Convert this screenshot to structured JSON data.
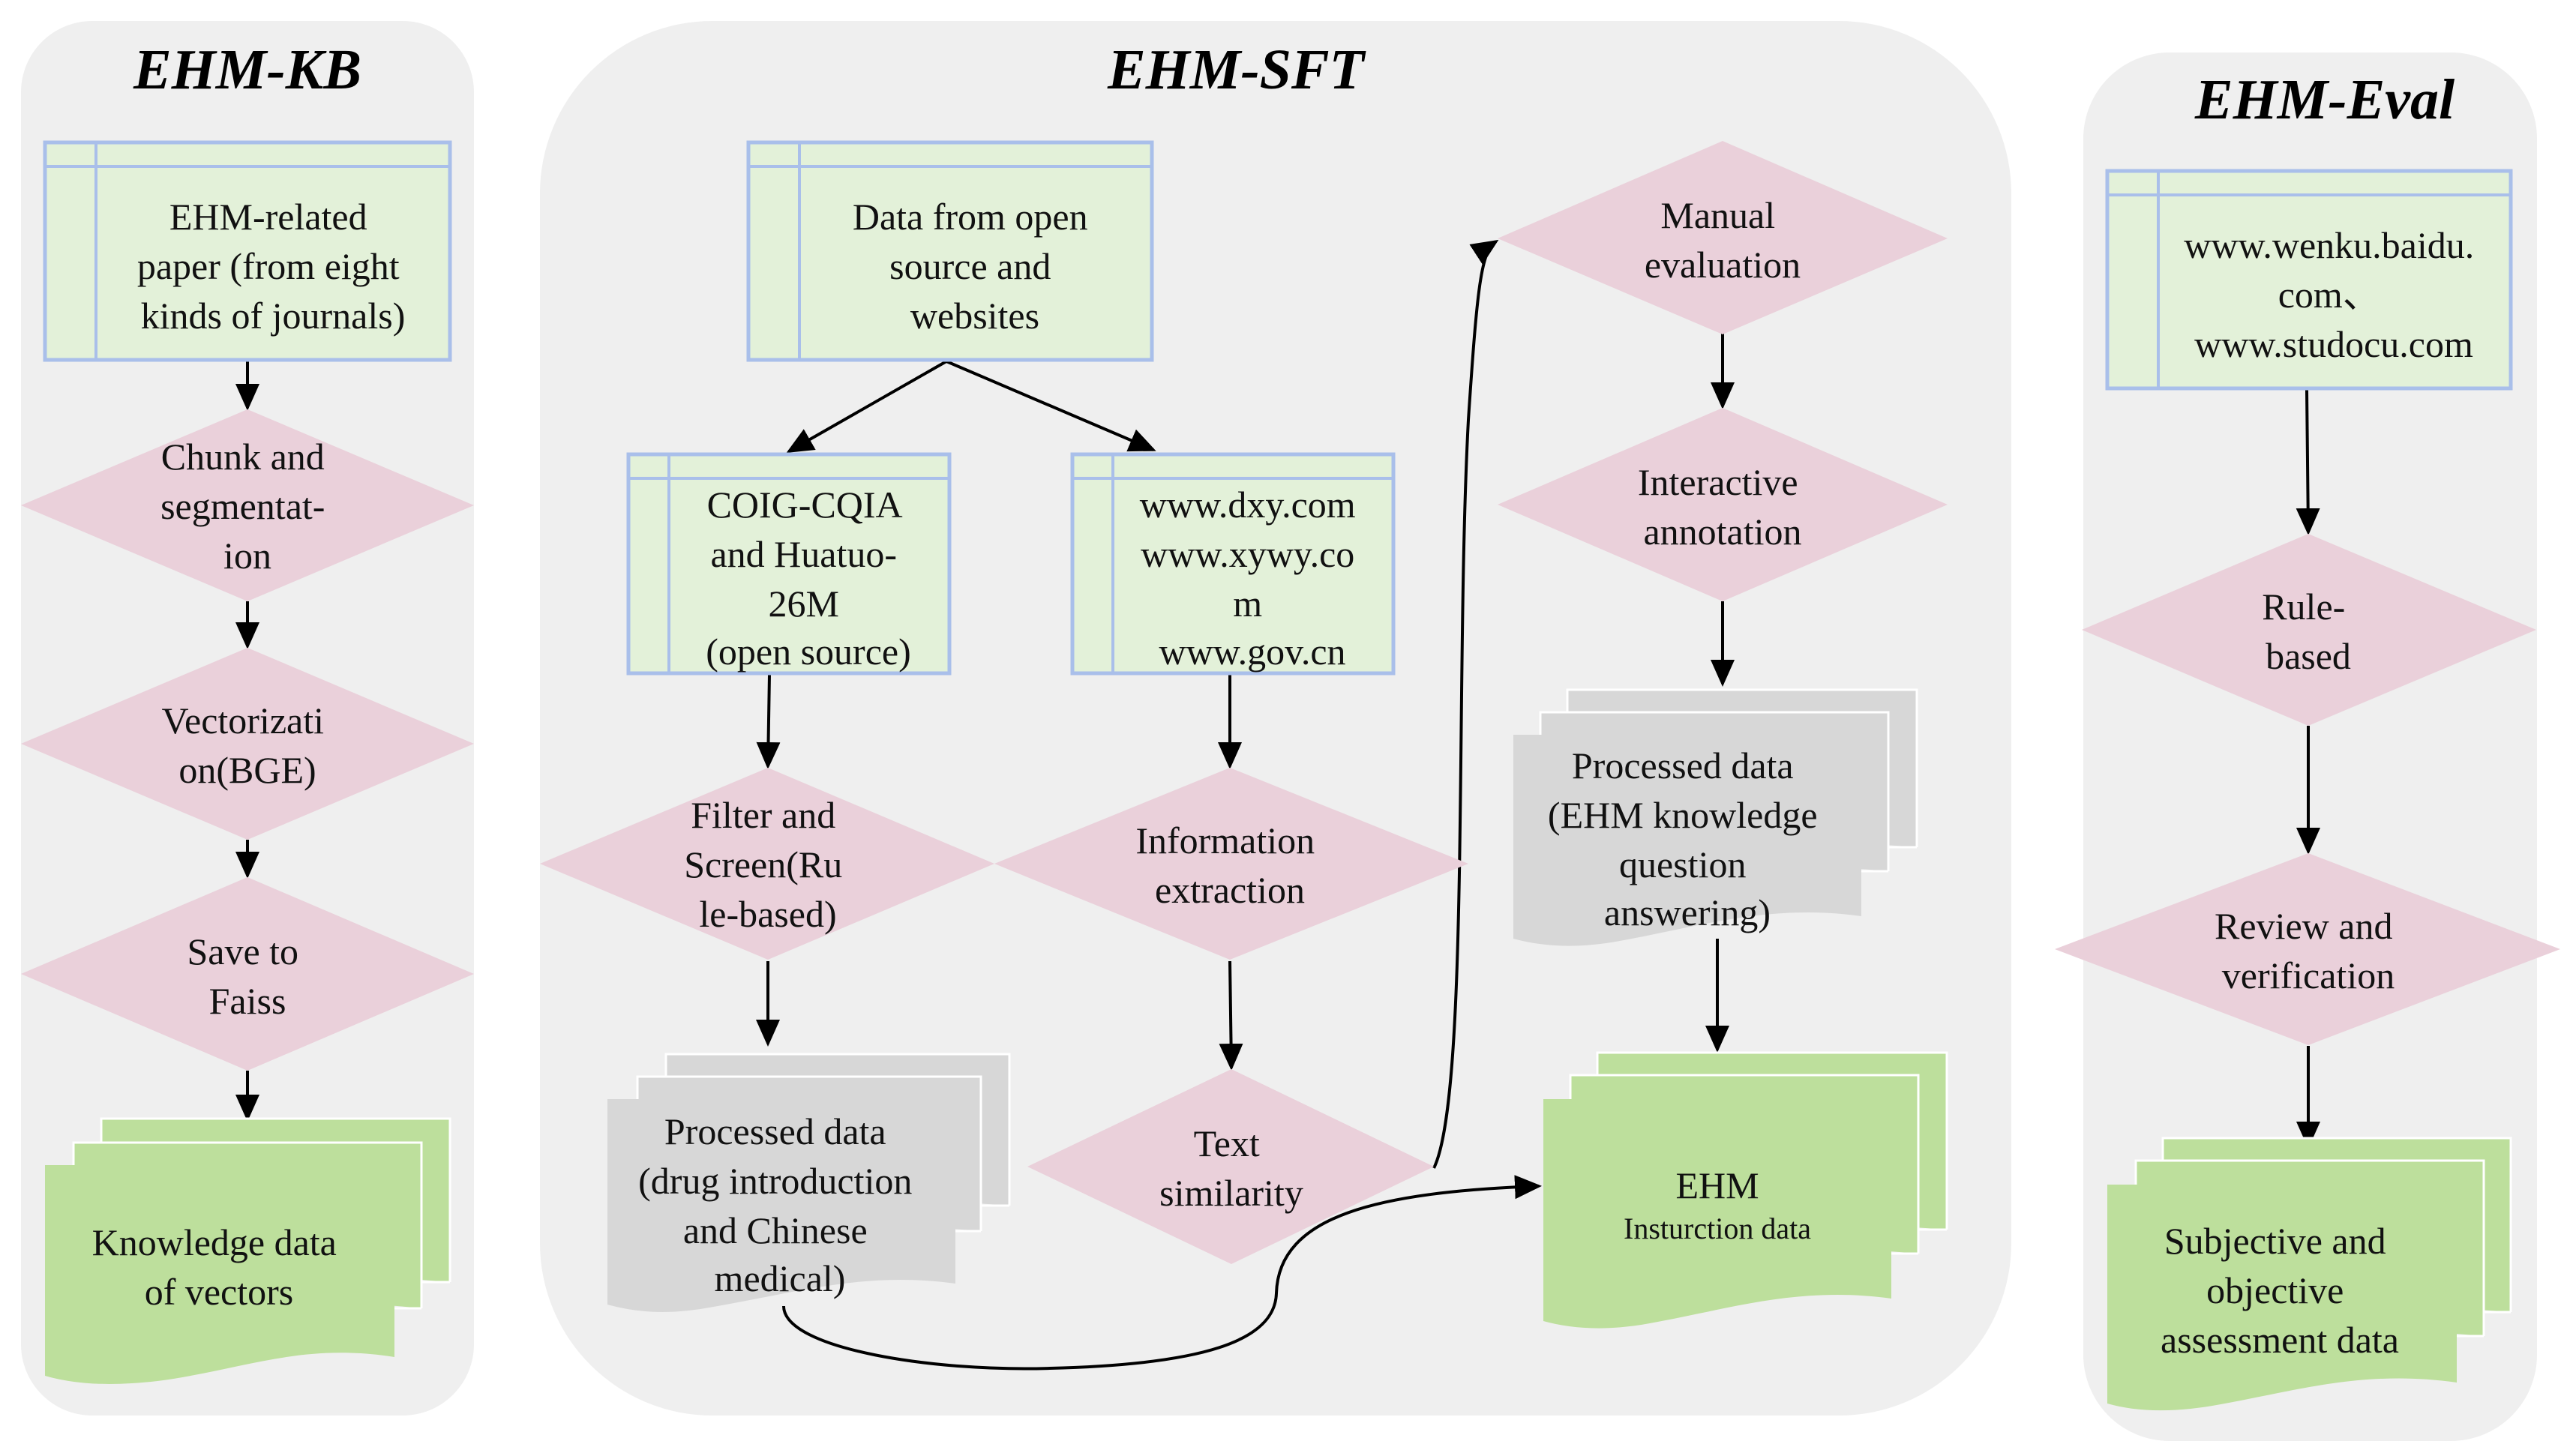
{
  "panels": {
    "kb": {
      "title": "EHM-KB"
    },
    "sft": {
      "title": "EHM-SFT"
    },
    "eval": {
      "title": "EHM-Eval"
    }
  },
  "colors": {
    "panel_bg": "#efefef",
    "source_fill": "#e3f1d9",
    "source_border": "#a9bfea",
    "process_fill": "#ead0da",
    "processed_doc_fill": "#d7d7d7",
    "output_doc_fill": "#bddf9c",
    "arrow": "#000000"
  },
  "kb": {
    "source": [
      "EHM-related",
      "paper (from eight",
      "kinds of journals)"
    ],
    "step_chunk": [
      "Chunk and",
      "segmentat-",
      "ion"
    ],
    "step_vector": [
      "Vectorizati",
      "on(BGE)"
    ],
    "step_save": [
      "Save to",
      "Faiss"
    ],
    "output": [
      "Knowledge data",
      "of vectors"
    ]
  },
  "sft": {
    "source_main": [
      "Data from open",
      "source and",
      "websites"
    ],
    "source_open": [
      "COIG-CQIA",
      "and Huatuo-",
      "26M",
      "(open source)"
    ],
    "source_web": [
      "www.dxy.com",
      "www.xywy.co",
      "m",
      "www.gov.cn"
    ],
    "step_filter": [
      "Filter and",
      "Screen(Ru",
      "le-based)"
    ],
    "step_extract": [
      "Information",
      "extraction"
    ],
    "step_similarity": [
      "Text",
      "similarity"
    ],
    "processed_drug": [
      "Processed data",
      "(drug introduction",
      "and Chinese",
      "medical)"
    ],
    "step_manual": [
      "Manual",
      "evaluation"
    ],
    "step_interactive": [
      "Interactive",
      "annotation"
    ],
    "processed_qa": [
      "Processed data",
      "(EHM knowledge",
      "question",
      "answering)"
    ],
    "output_title": "EHM",
    "output_sub": "Insturction data"
  },
  "eval": {
    "source": [
      "www.wenku.baidu.",
      "com、",
      "www.studocu.com"
    ],
    "step_rule": [
      "Rule-",
      "based"
    ],
    "step_review": [
      "Review and",
      "verification"
    ],
    "output": [
      "Subjective and",
      "objective",
      "assessment data"
    ]
  }
}
